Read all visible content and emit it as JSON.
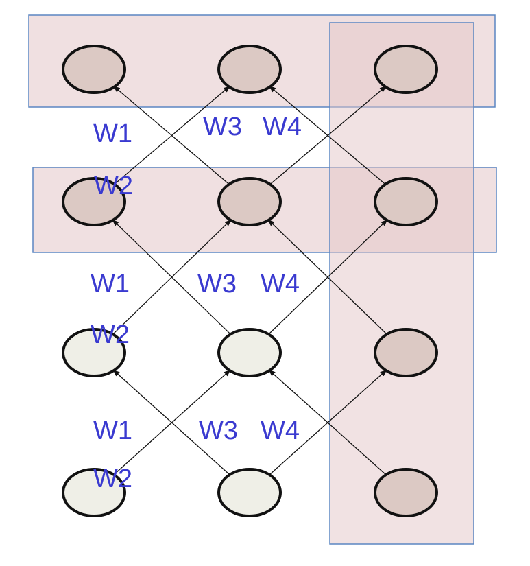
{
  "colors": {
    "node_light": "#efefe7",
    "node_shaded": "#dcc9c4",
    "node_outline": "#111111",
    "band_fill": "#e3c6c8",
    "band_stroke": "#5b86c2",
    "label": "#3a3ad0",
    "arrow": "#111111"
  },
  "grid": {
    "rows": 4,
    "cols": 3,
    "shaded_nodes": [
      [
        true,
        true,
        true
      ],
      [
        true,
        true,
        true
      ],
      [
        false,
        false,
        true
      ],
      [
        false,
        false,
        true
      ]
    ]
  },
  "connections": [
    {
      "from": [
        1,
        1
      ],
      "to": [
        0,
        0
      ]
    },
    {
      "from": [
        1,
        0
      ],
      "to": [
        0,
        1
      ]
    },
    {
      "from": [
        1,
        2
      ],
      "to": [
        0,
        1
      ]
    },
    {
      "from": [
        1,
        1
      ],
      "to": [
        0,
        2
      ]
    },
    {
      "from": [
        2,
        1
      ],
      "to": [
        1,
        0
      ]
    },
    {
      "from": [
        2,
        0
      ],
      "to": [
        1,
        1
      ]
    },
    {
      "from": [
        2,
        2
      ],
      "to": [
        1,
        1
      ]
    },
    {
      "from": [
        2,
        1
      ],
      "to": [
        1,
        2
      ]
    },
    {
      "from": [
        3,
        1
      ],
      "to": [
        2,
        0
      ]
    },
    {
      "from": [
        3,
        0
      ],
      "to": [
        2,
        1
      ]
    },
    {
      "from": [
        3,
        2
      ],
      "to": [
        2,
        1
      ]
    },
    {
      "from": [
        3,
        1
      ],
      "to": [
        2,
        2
      ]
    }
  ],
  "labels": {
    "row1": {
      "w1": "W1",
      "w2": "W2",
      "w3": "W3",
      "w4": "W4"
    },
    "row2": {
      "w1": "W1",
      "w2": "W2",
      "w3": "W3",
      "w4": "W4"
    },
    "row3": {
      "w1": "W1",
      "w2": "W2",
      "w3": "W3",
      "w4": "W4"
    }
  }
}
